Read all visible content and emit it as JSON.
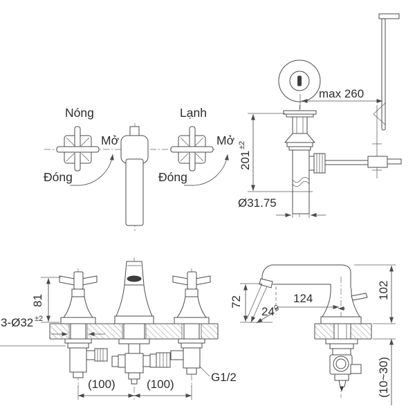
{
  "colors": {
    "line": "#4a4a4a",
    "text": "#2d2d2d",
    "dark_fill": "#3c3c3c",
    "background": "#ffffff"
  },
  "top_view": {
    "hot_label": "Nóng",
    "cold_label": "Lạnh",
    "open_label": "Mở",
    "close_label": "Đóng"
  },
  "drain": {
    "max_reach": "max 260",
    "height": "201",
    "height_tolerance": "±2",
    "outlet_diameter": "Ø31.75"
  },
  "front_view": {
    "handle_height": "81",
    "hole_spec": "3-Ø32",
    "hole_tolerance": "±2",
    "pitch_left": "(100)",
    "pitch_right": "(100)",
    "thread_size": "G1/2"
  },
  "side_view": {
    "spout_height": "72",
    "spout_reach": "124",
    "spout_angle": "24°",
    "total_height": "102",
    "deck_thickness": "(10~30)"
  }
}
